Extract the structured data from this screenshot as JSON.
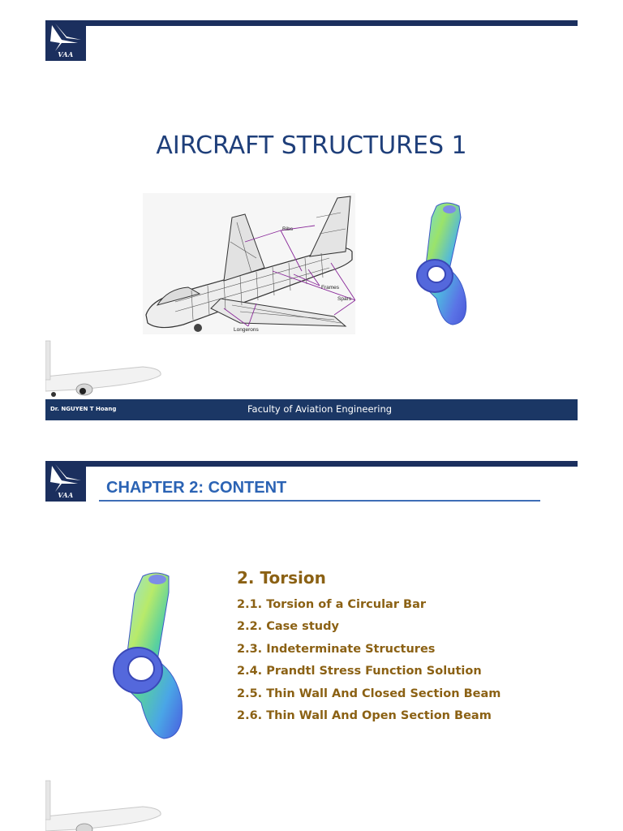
{
  "slide1": {
    "logo_text": "VAA",
    "title": "AIRCRAFT STRUCTURES 1",
    "diagram_labels": {
      "ribs": "Ribs",
      "frames": "Frames",
      "spars": "Spars",
      "longerons": "Longerons"
    },
    "footer": {
      "author": "Dr. NGUYEN T Hoang",
      "faculty": "Faculty of Aviation Engineering"
    }
  },
  "slide2": {
    "logo_text": "VAA",
    "chapter_title": "CHAPTER 2: CONTENT",
    "section_heading": "2. Torsion",
    "toc": [
      "2.1. Torsion of a Circular Bar",
      "2.2. Case study",
      "2.3. Indeterminate Structures",
      "2.4. Prandtl Stress Function Solution",
      "2.5. Thin Wall And Closed Section Beam",
      "2.6. Thin Wall And Open Section Beam"
    ]
  },
  "colors": {
    "navy": "#1b2f5e",
    "title_blue": "#1f3f7a",
    "chapter_blue": "#2b63b4",
    "toc_brown": "#8b6114"
  }
}
